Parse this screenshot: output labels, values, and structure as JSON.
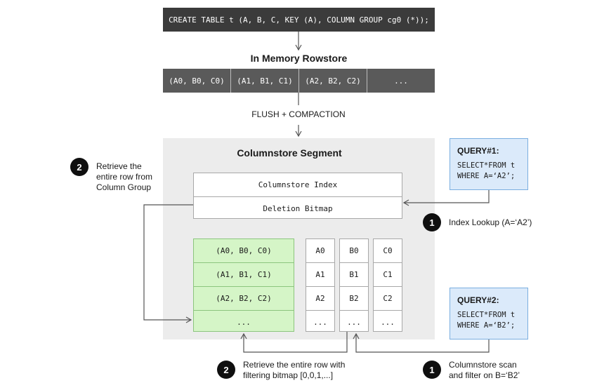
{
  "sql": "CREATE TABLE t (A, B, C, KEY (A), COLUMN GROUP cg0 (*));",
  "rowstore": {
    "title": "In Memory Rowstore",
    "cells": [
      "(A0, B0, C0)",
      "(A1, B1, C1)",
      "(A2, B2, C2)",
      "..."
    ]
  },
  "flush_label": "FLUSH + COMPACTION",
  "segment": {
    "title": "Columnstore Segment",
    "index_rows": [
      "Columnstore Index",
      "Deletion Bitmap"
    ],
    "column_group_rows": [
      "(A0, B0, C0)",
      "(A1, B1, C1)",
      "(A2, B2, C2)",
      "..."
    ],
    "columns": [
      [
        "A0",
        "A1",
        "A2",
        "..."
      ],
      [
        "B0",
        "B1",
        "B2",
        "..."
      ],
      [
        "C0",
        "C1",
        "C2",
        "..."
      ]
    ]
  },
  "queries": [
    {
      "title": "QUERY#1:",
      "lines": [
        "SELECT*FROM t",
        "WHERE A=‘A2’;"
      ]
    },
    {
      "title": "QUERY#2:",
      "lines": [
        "SELECT*FROM t",
        "WHERE A=‘B2’;"
      ]
    }
  ],
  "annotations": {
    "retrieve_row_group": {
      "number": "2",
      "lines": [
        "Retrieve the",
        "entire row from",
        "Column Group"
      ]
    },
    "index_lookup": {
      "number": "1",
      "text": "Index Lookup (A=‘A2’)"
    },
    "retrieve_row_bitmap": {
      "number": "2",
      "lines": [
        "Retrieve the entire row with",
        "filtering bitmap [0,0,1,...]"
      ]
    },
    "columnstore_scan": {
      "number": "1",
      "lines": [
        "Columnstore scan",
        "and filter on B=‘B2’"
      ]
    }
  }
}
